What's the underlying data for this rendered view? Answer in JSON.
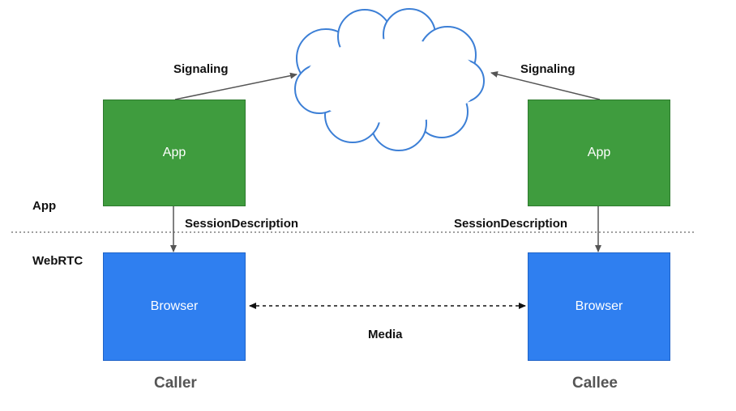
{
  "diagram": {
    "layers": {
      "app": "App",
      "webrtc": "WebRTC"
    },
    "caller": {
      "app_label": "App",
      "browser_label": "Browser",
      "role": "Caller"
    },
    "callee": {
      "app_label": "App",
      "browser_label": "Browser",
      "role": "Callee"
    },
    "edges": {
      "signaling_left": "Signaling",
      "signaling_right": "Signaling",
      "session_left": "SessionDescription",
      "session_right": "SessionDescription",
      "media": "Media"
    },
    "colors": {
      "app_box": "#3f9c3e",
      "browser_box": "#2f7ff0",
      "cloud_stroke": "#3c7fd6",
      "arrow": "#555555"
    }
  }
}
